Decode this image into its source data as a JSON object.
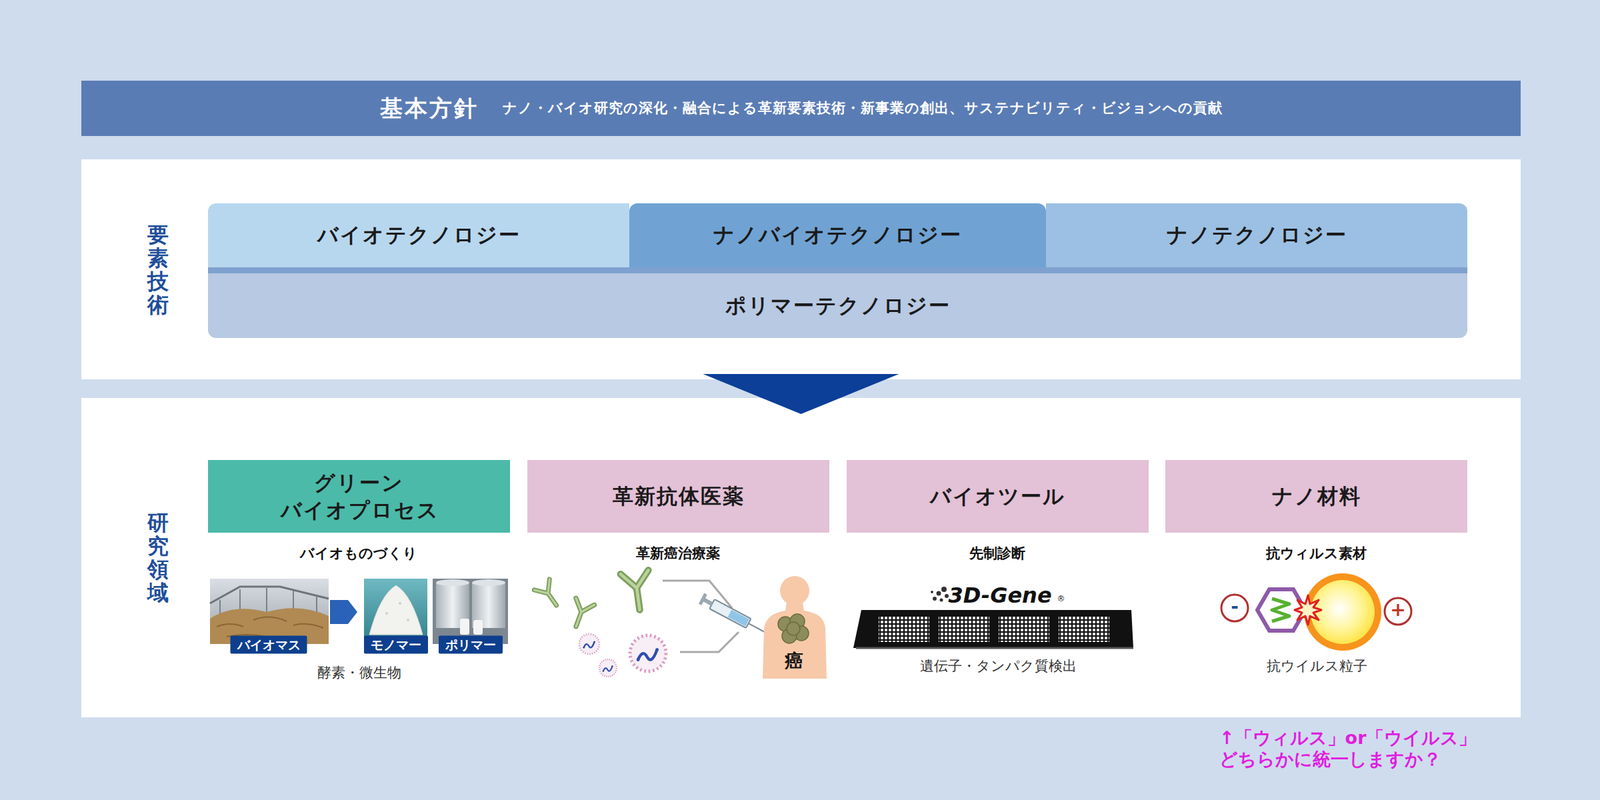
{
  "diagram": {
    "nodes": [
      {
        "text": [
          "基本方針",
          "ナノ・バイオ研究の深化・融合による革新要素技術・新事業の創出、サステナビリティ・ビジョンへの貢献"
        ]
      },
      {
        "text": [
          "要素技術"
        ]
      },
      {
        "text": [
          "バイオテクノロジー"
        ],
        "in": 1
      },
      {
        "text": [
          "ナノバイオテクノロジー"
        ],
        "in": 1
      },
      {
        "text": [
          "ナノテクノロジー"
        ],
        "in": 1
      },
      {
        "text": [
          "ポリマーテクノロジー"
        ],
        "in": 1
      },
      {
        "text": [
          "研究領域"
        ]
      },
      {
        "text": [
          "グリーン バイオプロセス"
        ],
        "in": 6
      },
      {
        "text": [
          "革新抗体医薬"
        ],
        "in": 6
      },
      {
        "text": [
          "バイオツール"
        ],
        "in": 6
      },
      {
        "text": [
          "ナノ材料"
        ],
        "in": 6
      }
    ],
    "edges": [
      {
        "from": 1,
        "to": 6,
        "arrow": "to"
      }
    ],
    "labels": [
      "バイオものづくり",
      "バイオマス",
      "モノマー",
      "ポリマー",
      "酵素・微生物",
      "革新癌治療薬",
      "癌",
      "先制診断",
      "3D-Gene",
      "®",
      "遺伝子・タンパク質検出",
      "抗ウィルス素材",
      "-",
      "+",
      "抗ウイルス粒子",
      "↑「ウィルス」or「ウイルス」 どちらかに統一しますか？"
    ]
  }
}
